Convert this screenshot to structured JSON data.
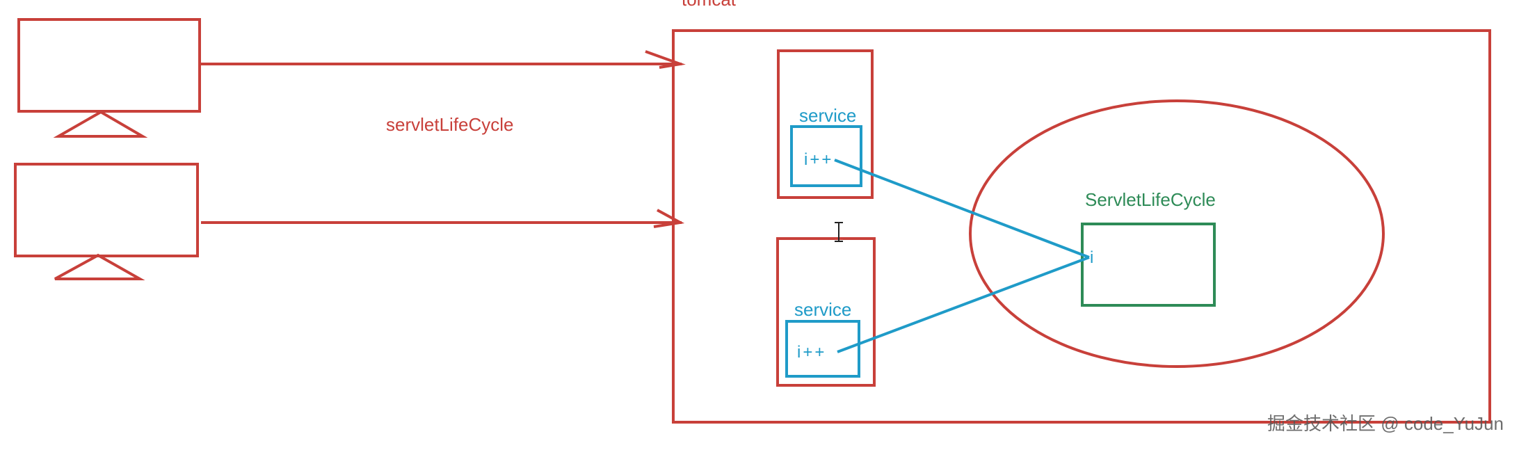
{
  "labels": {
    "tomcat": "tomcat",
    "arrow_label": "servletLifeCycle",
    "service_top": "service",
    "service_bottom": "service",
    "counter_top": "i++",
    "counter_bottom": "i++",
    "servlet_name": "ServletLifeCycle",
    "field_i": "i",
    "watermark": "掘金技术社区 @ code_YuJun"
  },
  "colors": {
    "red": "#c8403a",
    "blue": "#1f9bc8",
    "green": "#2e8b57",
    "watermark": "#555555"
  },
  "icons": {
    "text_cursor": "i-beam-cursor"
  }
}
